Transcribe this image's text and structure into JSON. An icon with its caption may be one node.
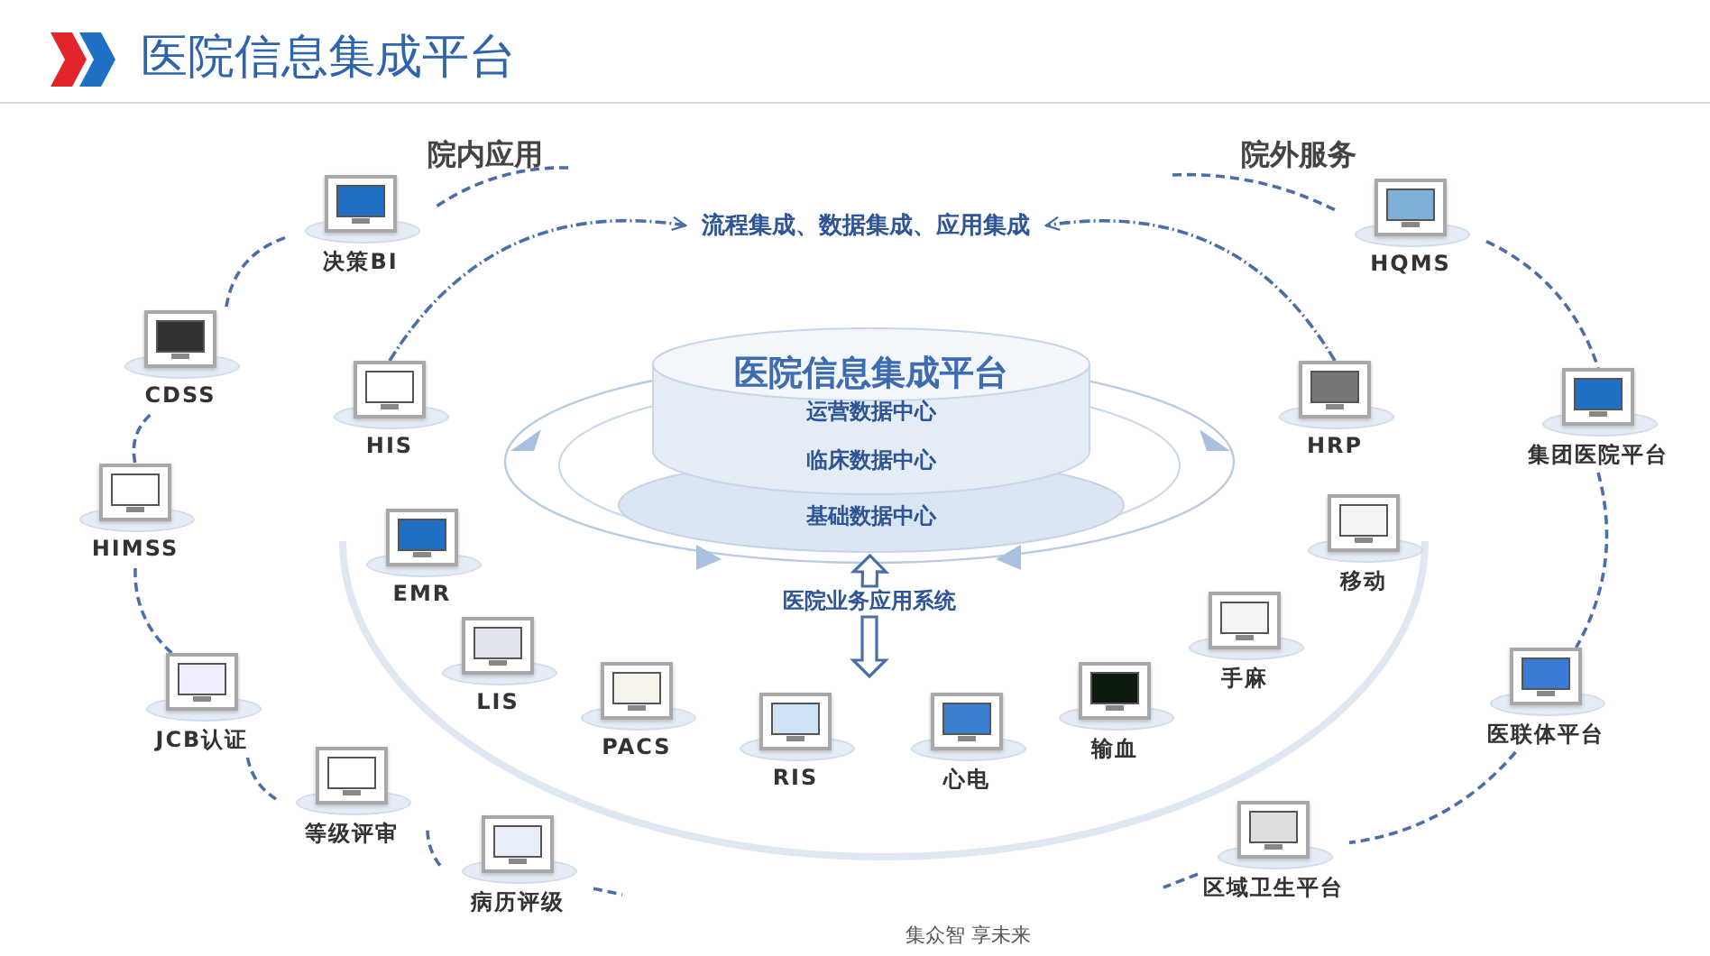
{
  "diagram": {
    "title": "医院信息集成平台",
    "nodes": [
      {
        "text": [
          "医院信息集成平台",
          "运营数据中心",
          "临床数据中心",
          "基础数据中心"
        ]
      },
      {
        "text": [
          "流程集成、数据集成、应用集成"
        ]
      },
      {
        "text": [
          "医院业务应用系统"
        ]
      },
      {
        "text": [
          "决策BI"
        ]
      },
      {
        "text": [
          "CDSS"
        ]
      },
      {
        "text": [
          "HIMSS"
        ]
      },
      {
        "text": [
          "JCB认证"
        ]
      },
      {
        "text": [
          "等级评审"
        ]
      },
      {
        "text": [
          "病历评级"
        ]
      },
      {
        "text": [
          "HIS"
        ]
      },
      {
        "text": [
          "EMR"
        ]
      },
      {
        "text": [
          "LIS"
        ]
      },
      {
        "text": [
          "PACS"
        ]
      },
      {
        "text": [
          "RIS"
        ]
      },
      {
        "text": [
          "心电"
        ]
      },
      {
        "text": [
          "输血"
        ]
      },
      {
        "text": [
          "手麻"
        ]
      },
      {
        "text": [
          "移动"
        ]
      },
      {
        "text": [
          "HRP"
        ]
      },
      {
        "text": [
          "HQMS"
        ]
      },
      {
        "text": [
          "集团医院平台"
        ]
      },
      {
        "text": [
          "医联体平台"
        ]
      },
      {
        "text": [
          "区域卫生平台"
        ]
      }
    ],
    "edges": [
      {
        "from": 9,
        "to": 1,
        "arrow": "to",
        "style": "dashed"
      },
      {
        "from": 18,
        "to": 1,
        "arrow": "to",
        "style": "dashed"
      },
      {
        "from": 2,
        "to": 0,
        "arrow": "to",
        "style": "thick"
      },
      {
        "from": 2,
        "to": null,
        "arrow": "to",
        "style": "thick"
      },
      {
        "from": null,
        "to": 3,
        "arrow": "none",
        "style": "dashed"
      },
      {
        "from": 3,
        "to": 4,
        "arrow": "none",
        "style": "dashed"
      },
      {
        "from": 4,
        "to": 5,
        "arrow": "none",
        "style": "dashed"
      },
      {
        "from": 5,
        "to": 6,
        "arrow": "none",
        "style": "dashed"
      },
      {
        "from": 6,
        "to": 7,
        "arrow": "none",
        "style": "dashed"
      },
      {
        "from": 7,
        "to": 8,
        "arrow": "none",
        "style": "dashed"
      },
      {
        "from": 8,
        "to": null,
        "arrow": "none",
        "style": "dashed"
      },
      {
        "from": null,
        "to": 19,
        "arrow": "none",
        "style": "dashed"
      },
      {
        "from": 19,
        "to": 20,
        "arrow": "none",
        "style": "dashed"
      },
      {
        "from": 20,
        "to": 21,
        "arrow": "none",
        "style": "dashed"
      },
      {
        "from": 21,
        "to": 22,
        "arrow": "none",
        "style": "dashed"
      },
      {
        "from": 22,
        "to": null,
        "arrow": "none",
        "style": "dashed"
      }
    ],
    "labels": [
      "院内应用",
      "院外服务",
      "集众智 享未来"
    ]
  }
}
